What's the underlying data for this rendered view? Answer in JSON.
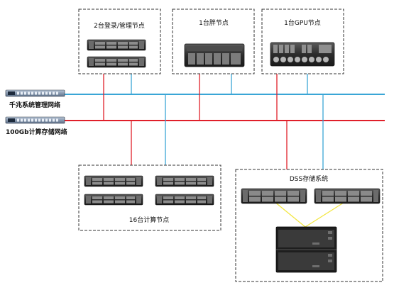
{
  "groups": {
    "login": "2台登录/管理节点",
    "fat": "1台胖节点",
    "gpu": "1台GPU节点",
    "compute": "16台计算节点",
    "dss": "DSS存储系统"
  },
  "networks": {
    "mgmt": "千兆系统管理网络",
    "storage": "100Gb计算存储网络"
  },
  "colors": {
    "mgmt_line": "#3aa6d6",
    "storage_line": "#e0202a",
    "dss_link": "#f2e640",
    "box_border": "#333333",
    "server_dark": "#2a2a2a"
  }
}
